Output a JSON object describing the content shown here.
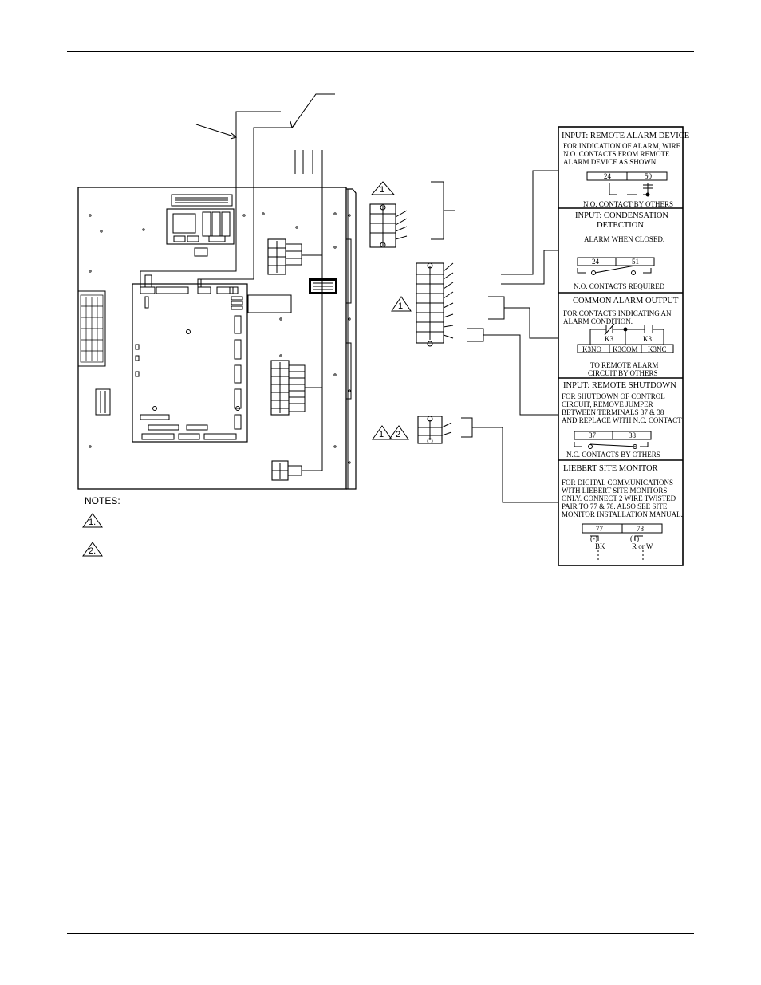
{
  "notes": {
    "heading": "NOTES:",
    "items": [
      "1.",
      "2."
    ]
  },
  "triangles": {
    "top_connector": "1",
    "middle_connector": "1",
    "bottom_connector": [
      "1",
      "2"
    ]
  },
  "panels": [
    {
      "id": "remote-alarm-device",
      "title": [
        "INPUT: REMOTE ALARM DEVICE"
      ],
      "body": [
        "FOR INDICATION OF ALARM, WIRE",
        "N.O. CONTACTS FROM REMOTE",
        "ALARM DEVICE AS SHOWN."
      ],
      "terminals": [
        "24",
        "50"
      ],
      "footer": "N.O. CONTACT BY OTHERS"
    },
    {
      "id": "condensation-detection",
      "title": [
        "INPUT: CONDENSATION",
        "DETECTION"
      ],
      "body": [
        "ALARM WHEN CLOSED."
      ],
      "terminals": [
        "24",
        "51"
      ],
      "footer": "N.O. CONTACTS REQUIRED"
    },
    {
      "id": "common-alarm-output",
      "title": [
        "COMMON ALARM OUTPUT"
      ],
      "body": [
        "FOR CONTACTS INDICATING AN",
        "ALARM CONDITION."
      ],
      "contacts": [
        "K3",
        "K3"
      ],
      "terminals": [
        "K3NO",
        "K3COM",
        "K3NC"
      ],
      "footer_lines": [
        "TO REMOTE ALARM",
        "CIRCUIT BY OTHERS"
      ]
    },
    {
      "id": "remote-shutdown",
      "title": [
        "INPUT: REMOTE SHUTDOWN"
      ],
      "body": [
        "FOR SHUTDOWN OF CONTROL",
        "CIRCUIT, REMOVE JUMPER",
        "BETWEEN TERMINALS 37 & 38",
        "AND REPLACE WITH N.C. CONTACT"
      ],
      "terminals": [
        "37",
        "38"
      ],
      "footer": "N.C. CONTACTS BY OTHERS"
    },
    {
      "id": "site-monitor",
      "title": [
        "LIEBERT SITE MONITOR"
      ],
      "body": [
        "FOR DIGITAL COMMUNICATIONS",
        "WITH LIEBERT SITE MONITORS",
        "ONLY.  CONNECT 2 WIRE TWISTED",
        "PAIR TO 77 & 78.  ALSO SEE SITE",
        "MONITOR INSTALLATION MANUAL."
      ],
      "terminals": [
        "77",
        "78"
      ],
      "polarity": [
        "(-)",
        "(+)"
      ],
      "wires": [
        "BK",
        "R or W"
      ]
    }
  ]
}
